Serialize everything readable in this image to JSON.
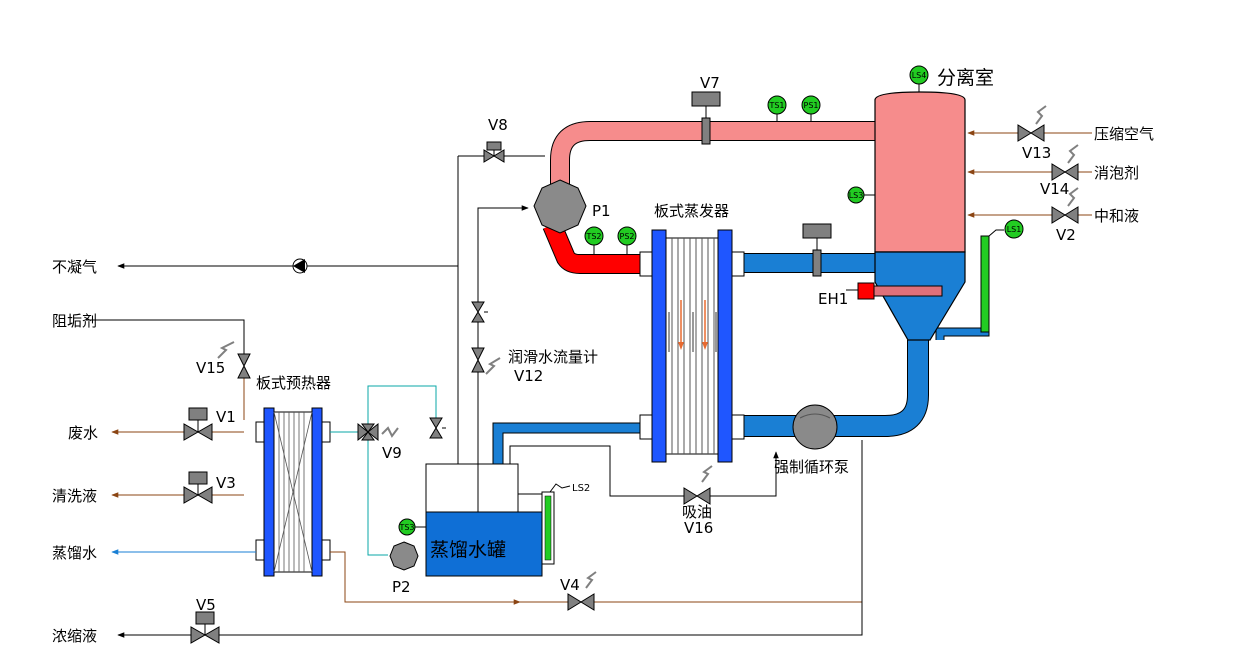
{
  "colors": {
    "vapor": "#f68c8c",
    "hot": "#ff0000",
    "liquid": "#1a7fd4",
    "plate": "#1f56ff",
    "tank": "#0f6fd6",
    "green": "#22cc22",
    "brown": "#8b4513",
    "grey": "#808080",
    "teal": "#0aa7a7"
  },
  "labels": {
    "separator": "分离室",
    "evaporator": "板式蒸发器",
    "preheater": "板式预热器",
    "tank": "蒸馏水罐",
    "pump_forced": "强制循环泵",
    "flowmeter": "润滑水流量计",
    "oil_suction": "吸油",
    "heater": "EH1",
    "p1": "P1",
    "p2": "P2"
  },
  "streams": {
    "noncondensable": "不凝气",
    "antiscalant": "阻垢剂",
    "wastewater": "废水",
    "cleaning": "清洗液",
    "distilled": "蒸馏水",
    "concentrate": "浓缩液",
    "compressed_air": "压缩空气",
    "defoamer": "消泡剂",
    "neutralizer": "中和液"
  },
  "valves": {
    "v1": "V1",
    "v2": "V2",
    "v3": "V3",
    "v4": "V4",
    "v5": "V5",
    "v7": "V7",
    "v8": "V8",
    "v9": "V9",
    "v12": "V12",
    "v13": "V13",
    "v14": "V14",
    "v15": "V15",
    "v16": "V16"
  },
  "sensors": {
    "ts1": "TS1",
    "ps1": "PS1",
    "ls4": "LS4",
    "ls3": "LS3",
    "ls1": "LS1",
    "ts2": "TS2",
    "ps2": "PS2",
    "ts3": "TS3",
    "ls2": "LS2"
  }
}
